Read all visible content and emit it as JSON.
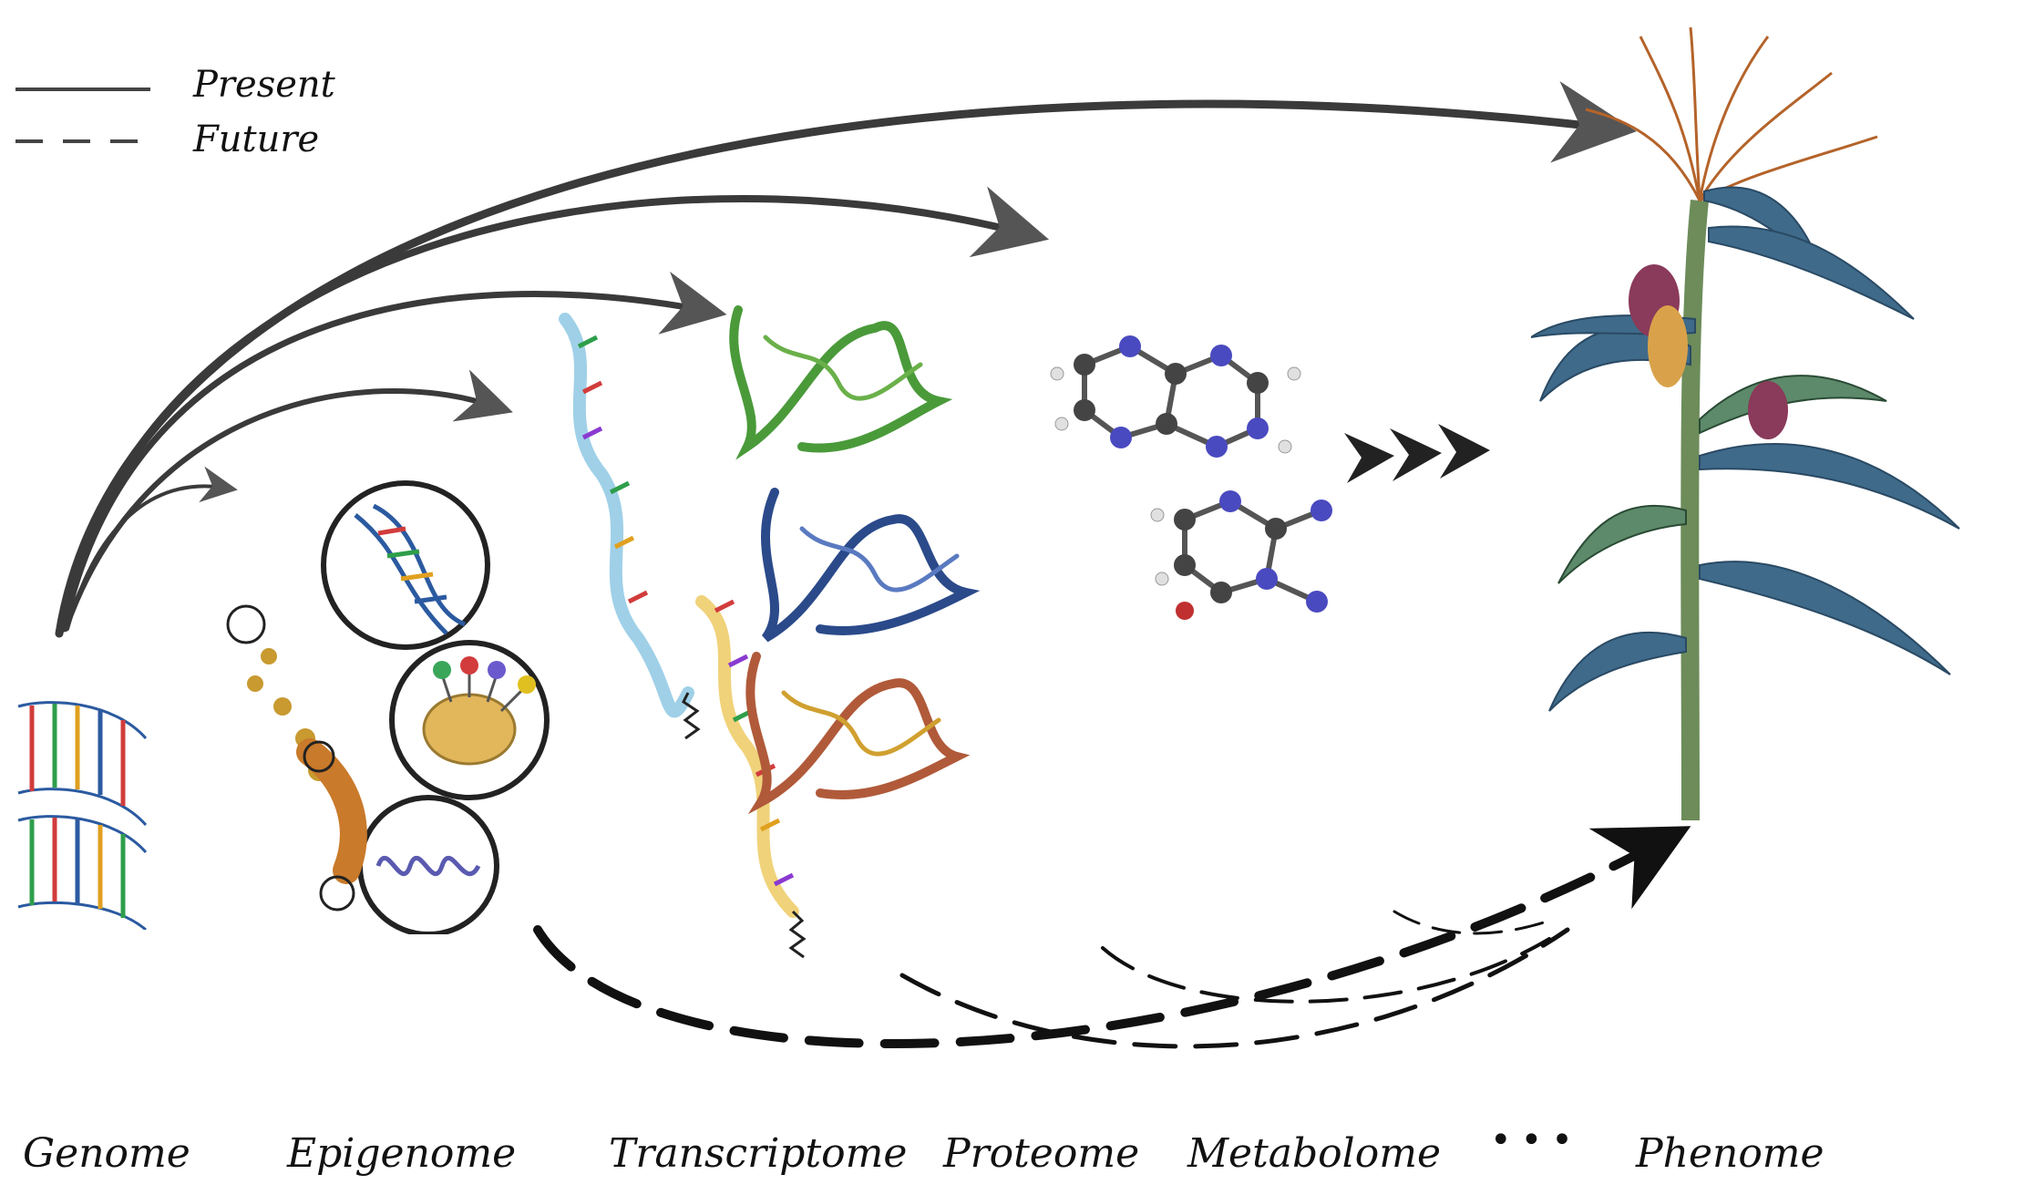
{
  "legend": {
    "present": "Present",
    "future": "Future"
  },
  "stages": [
    "Genome",
    "Epigenome",
    "Transcriptome",
    "Proteome",
    "Metabolome",
    "Phenome"
  ],
  "ellipsis": "•••",
  "colors": {
    "arrow": "#555555",
    "dashed": "#111111",
    "leaf": "#3f6a8a",
    "stalk": "#6d8c5a",
    "tassel": "#b4632a"
  }
}
